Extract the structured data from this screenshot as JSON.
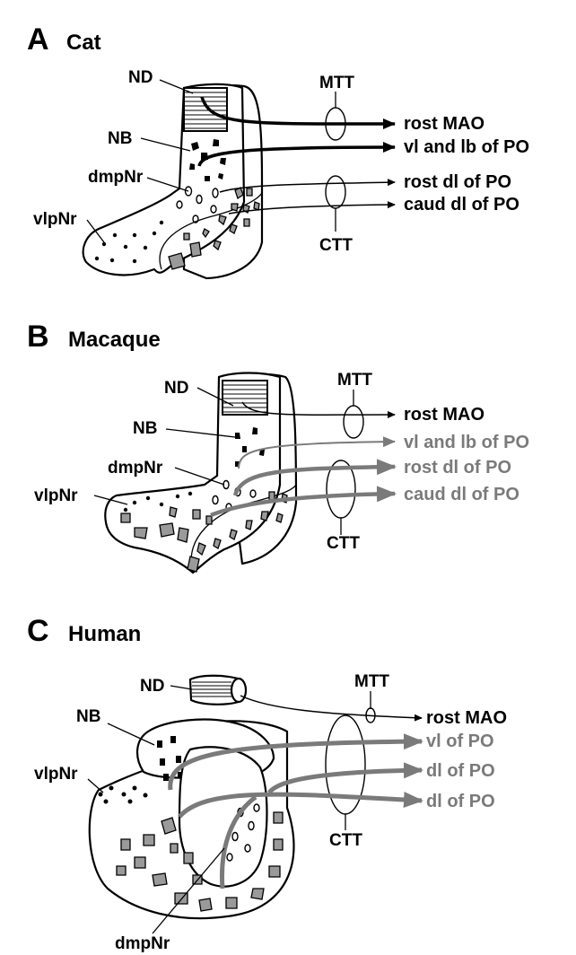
{
  "panels": [
    {
      "letter": "A",
      "title": "Cat",
      "labels": {
        "nd": "ND",
        "nb": "NB",
        "dmpnr": "dmpNr",
        "vlpnr": "vlpNr",
        "mtt": "MTT",
        "ctt": "CTT"
      },
      "targets": [
        {
          "text": "rost MAO",
          "color": "#000000"
        },
        {
          "text": "vl and lb of PO",
          "color": "#000000"
        },
        {
          "text": "rost dl of PO",
          "color": "#000000"
        },
        {
          "text": "caud dl of PO",
          "color": "#000000"
        }
      ]
    },
    {
      "letter": "B",
      "title": "Macaque",
      "labels": {
        "nd": "ND",
        "nb": "NB",
        "dmpnr": "dmpNr",
        "vlpnr": "vlpNr",
        "mtt": "MTT",
        "ctt": "CTT"
      },
      "targets": [
        {
          "text": "rost MAO",
          "color": "#000000"
        },
        {
          "text": "vl and lb of PO",
          "color": "#7a7a7a"
        },
        {
          "text": "rost dl of PO",
          "color": "#7a7a7a"
        },
        {
          "text": "caud dl of PO",
          "color": "#7a7a7a"
        }
      ]
    },
    {
      "letter": "C",
      "title": "Human",
      "labels": {
        "nd": "ND",
        "nb": "NB",
        "dmpnr": "dmpNr",
        "vlpnr": "vlpNr",
        "mtt": "MTT",
        "ctt": "CTT"
      },
      "targets": [
        {
          "text": "rost MAO",
          "color": "#000000"
        },
        {
          "text": "vl of PO",
          "color": "#7a7a7a"
        },
        {
          "text": "dl of PO",
          "color": "#7a7a7a"
        },
        {
          "text": "dl of PO",
          "color": "#7a7a7a"
        }
      ]
    }
  ],
  "colors": {
    "black": "#000000",
    "gray": "#7a7a7a",
    "blob_fill": "#9a9a9a"
  }
}
